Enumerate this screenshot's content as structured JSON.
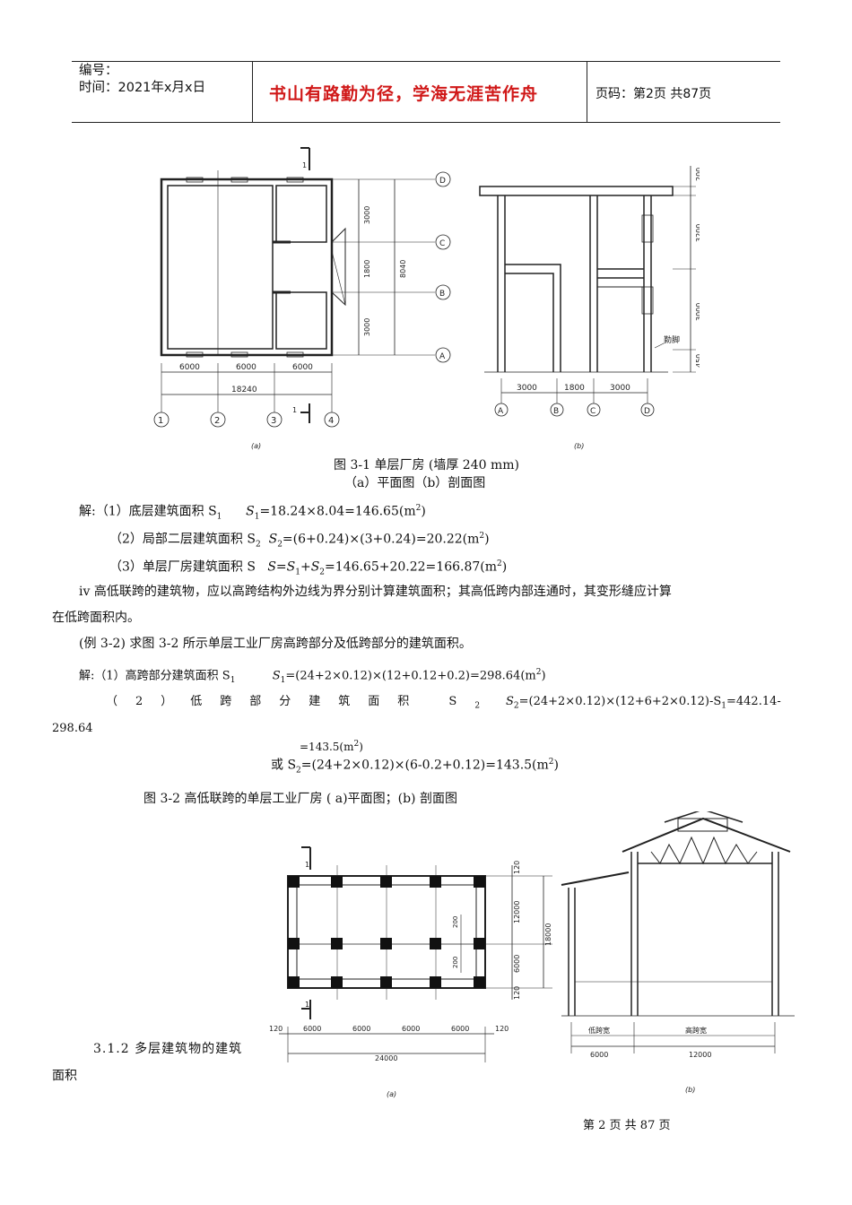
{
  "header": {
    "number_label": "编号：",
    "time_label": "时间：2021年x月x日",
    "motto": "书山有路勤为径，学海无涯苦作舟",
    "page_label": "页码：第2页  共87页"
  },
  "figure1": {
    "plan_axes": [
      "1",
      "2",
      "3",
      "4"
    ],
    "plan_spans": [
      "6000",
      "6000",
      "6000"
    ],
    "plan_total": "18240",
    "plan_rows": [
      "D",
      "C",
      "B",
      "A"
    ],
    "plan_row_dims": [
      "3000",
      "1800",
      "3000"
    ],
    "plan_row_total": "8040",
    "section_mark": "1",
    "section_axes": [
      "A",
      "B",
      "C",
      "D"
    ],
    "section_spans": [
      "3000",
      "1800",
      "3000"
    ],
    "section_heights": [
      "200",
      "3200",
      "3000",
      "450"
    ],
    "plinth_label": "勒脚",
    "sub_a": "(a)",
    "sub_b": "(b)"
  },
  "caption1_line1": "图 3-1 单层厂房      (墙厚 240 mm)",
  "caption1_line2": "（a）平面图（b）剖面图",
  "sol1": {
    "line1_prefix": "解:（1）底层建筑面积 S",
    "line1_formula": "=18.24×8.04=146.65(m",
    "line2_prefix": "（2）局部二层建筑面积 S",
    "line2_formula": "=(6+0.24)×(3+0.24)=20.22(m",
    "line3_prefix": "（3）单层厂房建筑面积 S",
    "line3_formula": "=146.65+20.22=166.87(m",
    "sub1": "1",
    "sub2": "2",
    "sup2": "2"
  },
  "para_iv_line1": "iv 高低联跨的建筑物，应以高跨结构外边线为界分别计算建筑面积；其高低跨内部连通时，其变形缝应计算",
  "para_iv_line2": "在低跨面积内。",
  "example32": "(例 3-2) 求图 3-2 所示单层工业厂房高跨部分及低跨部分的建筑面积。",
  "sol2": {
    "line1_prefix": "解:（1）高跨部分建筑面积 S",
    "line1_formula": "=(24+2×0.12)×(12+0.12+0.2)=298.64(m",
    "line2_prefix": "（2）低跨部分建筑面积 S",
    "line2_formula": "=(24+2×0.12)×(12+6+2×0.12)-S",
    "line2_tail": "=442.14-",
    "line2_wrap": "298.64",
    "line3": "=143.5(m",
    "line4_prefix": "或 S",
    "line4_formula": "=(24+2×0.12)×(6-0.2+0.12)=143.5(m"
  },
  "caption2": "图 3-2 高低联跨的单层工业厂房          ( a)平面图；(b) 剖面图",
  "figure2": {
    "spans": [
      "120",
      "6000",
      "6000",
      "6000",
      "6000",
      "120"
    ],
    "total": "24000",
    "row_dims": [
      "120",
      "12000",
      "6000",
      "120"
    ],
    "row_total": "18000",
    "small_dims": [
      "200",
      "200"
    ],
    "section_mark": "1",
    "low_label": "低跨宽",
    "high_label": "高跨宽",
    "low_dim": "6000",
    "high_dim": "12000",
    "sub_a": "(a)",
    "sub_b": "(b)"
  },
  "section_heading_line1": "3.1.2 多层建筑物的建筑",
  "section_heading_line2": "面积",
  "footer": "第 2 页 共 87 页"
}
